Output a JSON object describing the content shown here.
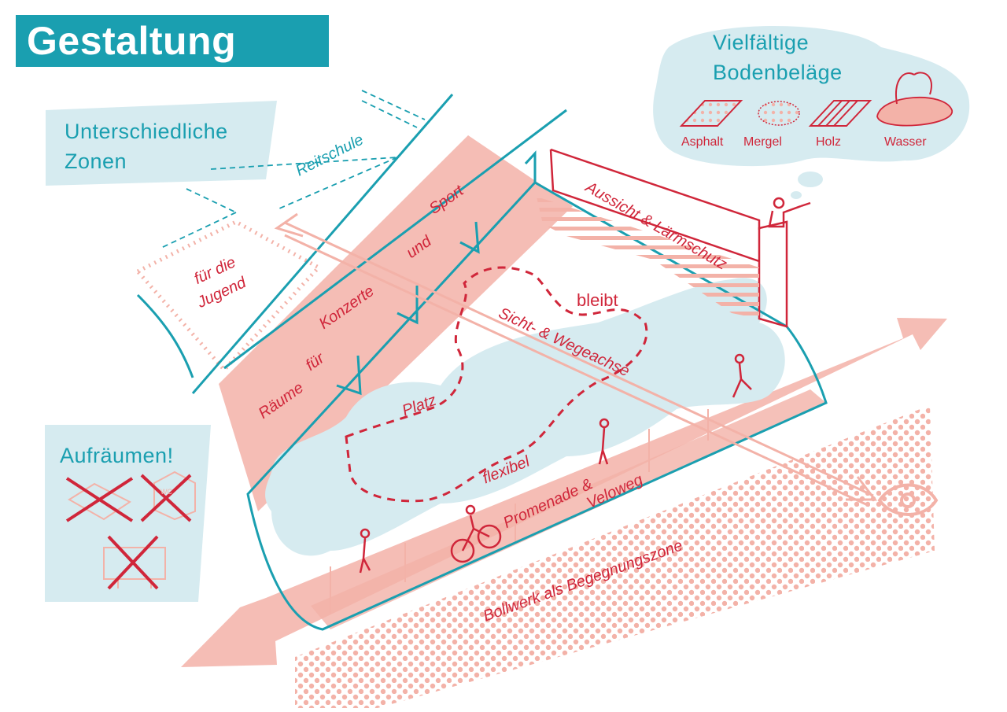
{
  "title": "Gestaltung",
  "zones_label": [
    "Unterschiedliche",
    "Zonen"
  ],
  "materials": {
    "heading": [
      "Vielfältige",
      "Bodenbeläge"
    ],
    "items": [
      "Asphalt",
      "Mergel",
      "Holz",
      "Wasser"
    ]
  },
  "cleanup_label": "Aufräumen!",
  "wc_sign": "WC",
  "labels": {
    "reitschule": "Reitschule",
    "jugend": [
      "für die",
      "Jugend"
    ],
    "sport": "Sport",
    "und": "und",
    "konzerte": "Konzerte",
    "fuer": "für",
    "raeume": "Räume",
    "aussicht": "Aussicht & Lärmschutz",
    "bleibt": "bleibt",
    "achse": "Sicht- & Wegeachse",
    "platz": "Platz",
    "flexibel": "flexibel",
    "promenade": [
      "Promenade &",
      "Veloweg"
    ],
    "bollwerk": "Bollwerk als Begegnungszone"
  },
  "colors": {
    "teal": "#1a9fb0",
    "red": "#d0263a",
    "salmon": "#f3b2a8",
    "light_blue": "#d6ebf0"
  }
}
